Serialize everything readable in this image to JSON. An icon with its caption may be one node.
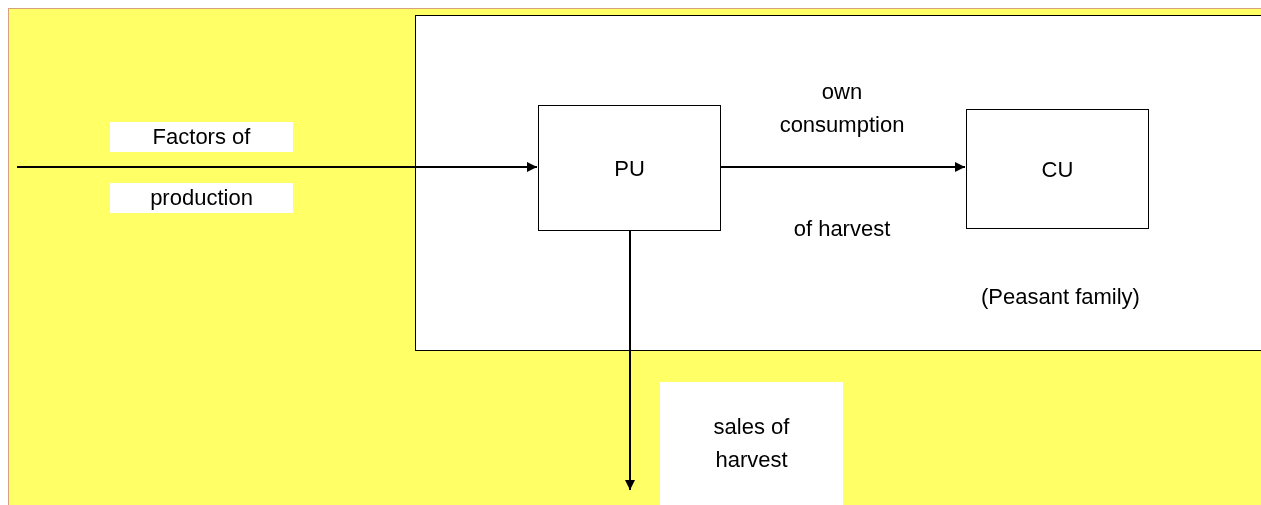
{
  "diagram": {
    "nodes": [
      {
        "text": [
          "(Peasant family)"
        ]
      },
      {
        "text": [
          "PU"
        ],
        "in": 0
      },
      {
        "text": [
          "CU"
        ],
        "in": 0
      }
    ],
    "edges": [
      {
        "from": null,
        "to": 1,
        "arrow": "to"
      },
      {
        "from": 1,
        "to": 2,
        "arrow": "to"
      },
      {
        "from": 1,
        "to": null,
        "arrow": "to",
        "label": "sales of harvest"
      }
    ],
    "labels": [
      "Factors of",
      "production",
      "own consumption",
      "of harvest"
    ]
  }
}
